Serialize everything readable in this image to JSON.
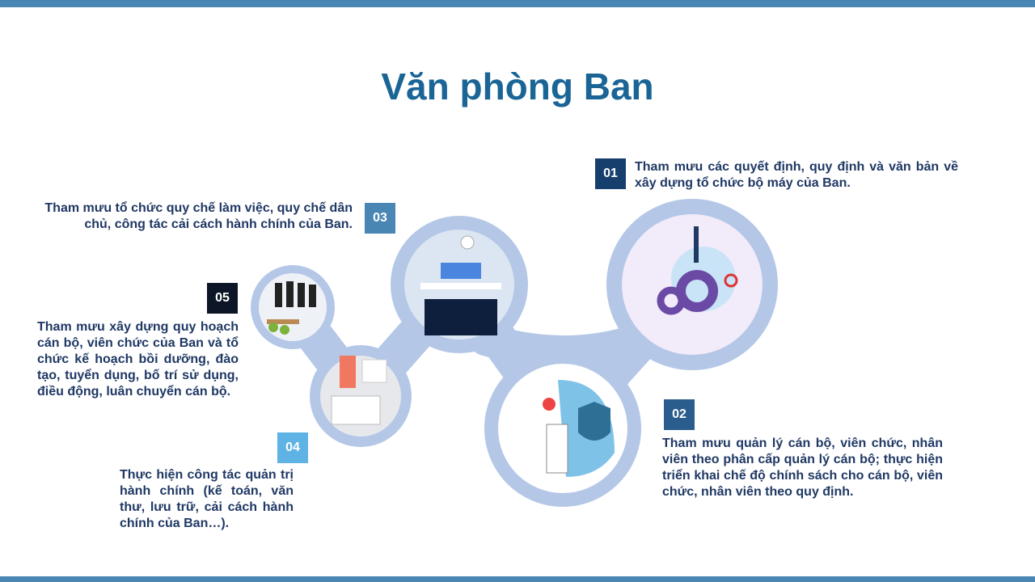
{
  "title": "Văn phòng Ban",
  "colors": {
    "bar": "#4a86b4",
    "title": "#1a6596",
    "text": "#1f3864",
    "ring": "#b4c7e7"
  },
  "items": [
    {
      "num": "01",
      "color": "#173f6e",
      "text": "Tham mưu các quyết định, quy định và văn bản về xây dựng tổ chức bộ máy của Ban.",
      "image": "teamwork-gears-illustration"
    },
    {
      "num": "02",
      "color": "#2a5d8c",
      "text": "Tham mưu quản lý cán bộ, viên chức, nhân viên theo phân cấp quản lý cán bộ; thực hiện triển khai chế độ chính sách cho cán bộ, viên chức, nhân viên theo quy định.",
      "image": "health-insurance-illustration"
    },
    {
      "num": "03",
      "color": "#4a86b4",
      "text": "Tham mưu tổ chức quy chế làm việc, quy chế dân chủ, công tác cải cách hành chính của Ban.",
      "image": "office-meeting-illustration"
    },
    {
      "num": "04",
      "color": "#5eb3e4",
      "text": "Thực hiện công tác quản trị hành chính (kế toán, văn thư, lưu trữ, cải cách hành chính của Ban…).",
      "image": "desk-documents-illustration"
    },
    {
      "num": "05",
      "color": "#0c1626",
      "text": "Tham mưu xây dựng quy hoạch cán bộ, viên chức của Ban và tổ chức kế hoạch bồi dưỡng, đào tạo, tuyển dụng, bố trí sử dụng, điều động, luân chuyển cán bộ.",
      "image": "interview-illustration"
    }
  ]
}
